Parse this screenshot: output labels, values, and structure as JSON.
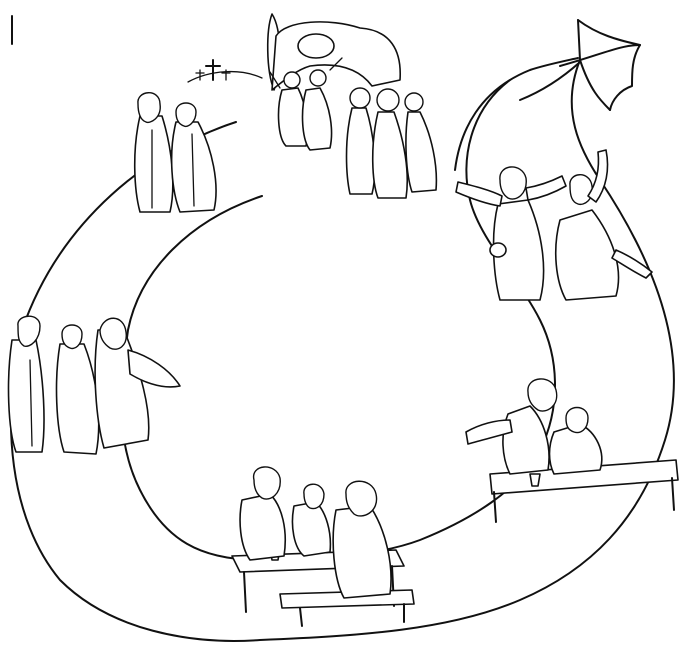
{
  "illustration": {
    "kind": "line-art coloring page",
    "stroke_color": "#111111",
    "background_color": "#ffffff",
    "scenes": [
      "empty-tomb-with-crosses",
      "two-disciples-walking",
      "three-travelers-conversing",
      "meal-at-table",
      "two-disciples-at-table",
      "disciples-running-back",
      "disciples-meeting-apostles"
    ]
  }
}
